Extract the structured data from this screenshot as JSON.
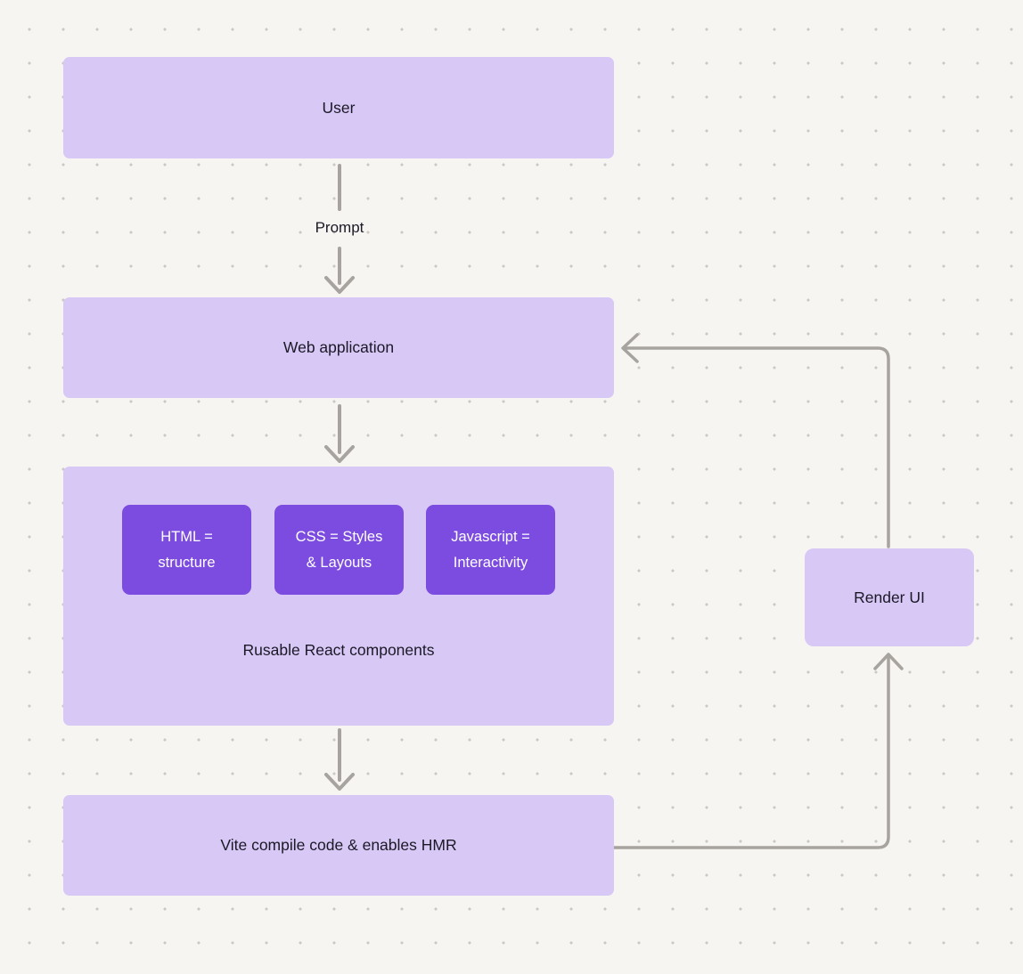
{
  "diagram": {
    "background_color": "#f7f5f2",
    "dot_color": "#ccc9c5",
    "node_fill_color": "#d8c8f6",
    "accent_fill_color": "#7c4be0",
    "arrow_color": "#a7a4a0",
    "text_dark_color": "#1b1926",
    "text_light_color": "#ffffff",
    "nodes": {
      "user": {
        "label": "User"
      },
      "web_application": {
        "label": "Web application"
      },
      "components": {
        "items": [
          {
            "label": "HTML =\nstructure"
          },
          {
            "label": "CSS = Styles\n& Layouts"
          },
          {
            "label": "Javascript =\nInteractivity"
          }
        ],
        "caption": "Rusable React components"
      },
      "vite": {
        "label": "Vite compile code & enables HMR"
      },
      "render_ui": {
        "label": "Render UI"
      }
    },
    "edge_labels": {
      "prompt": "Prompt"
    }
  }
}
